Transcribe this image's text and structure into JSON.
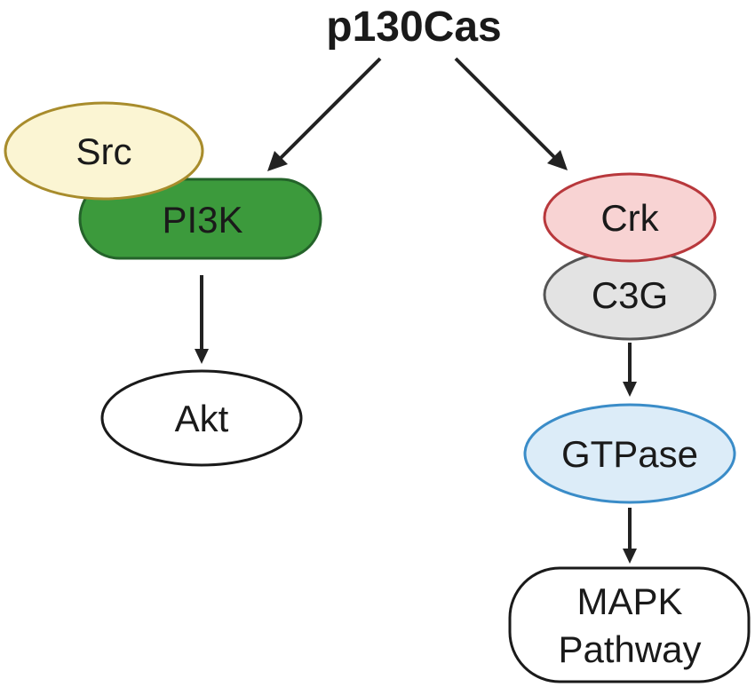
{
  "title": "p130Cas",
  "nodes": {
    "src": {
      "label": "Src",
      "fill": "#fbf5d3",
      "stroke": "#a88c2c"
    },
    "pi3k": {
      "label": "PI3K",
      "fill": "#3c9a3c",
      "stroke": "#24632a"
    },
    "akt": {
      "label": "Akt",
      "fill": "#ffffff",
      "stroke": "#1a1a1a"
    },
    "crk": {
      "label": "Crk",
      "fill": "#f8d3d3",
      "stroke": "#b8383c"
    },
    "c3g": {
      "label": "C3G",
      "fill": "#e3e3e3",
      "stroke": "#555555"
    },
    "gtpase": {
      "label": "GTPase",
      "fill": "#dcecf8",
      "stroke": "#3a8cc8"
    },
    "mapk": {
      "label_line1": "MAPK",
      "label_line2": "Pathway",
      "fill": "#ffffff",
      "stroke": "#1a1a1a"
    }
  }
}
